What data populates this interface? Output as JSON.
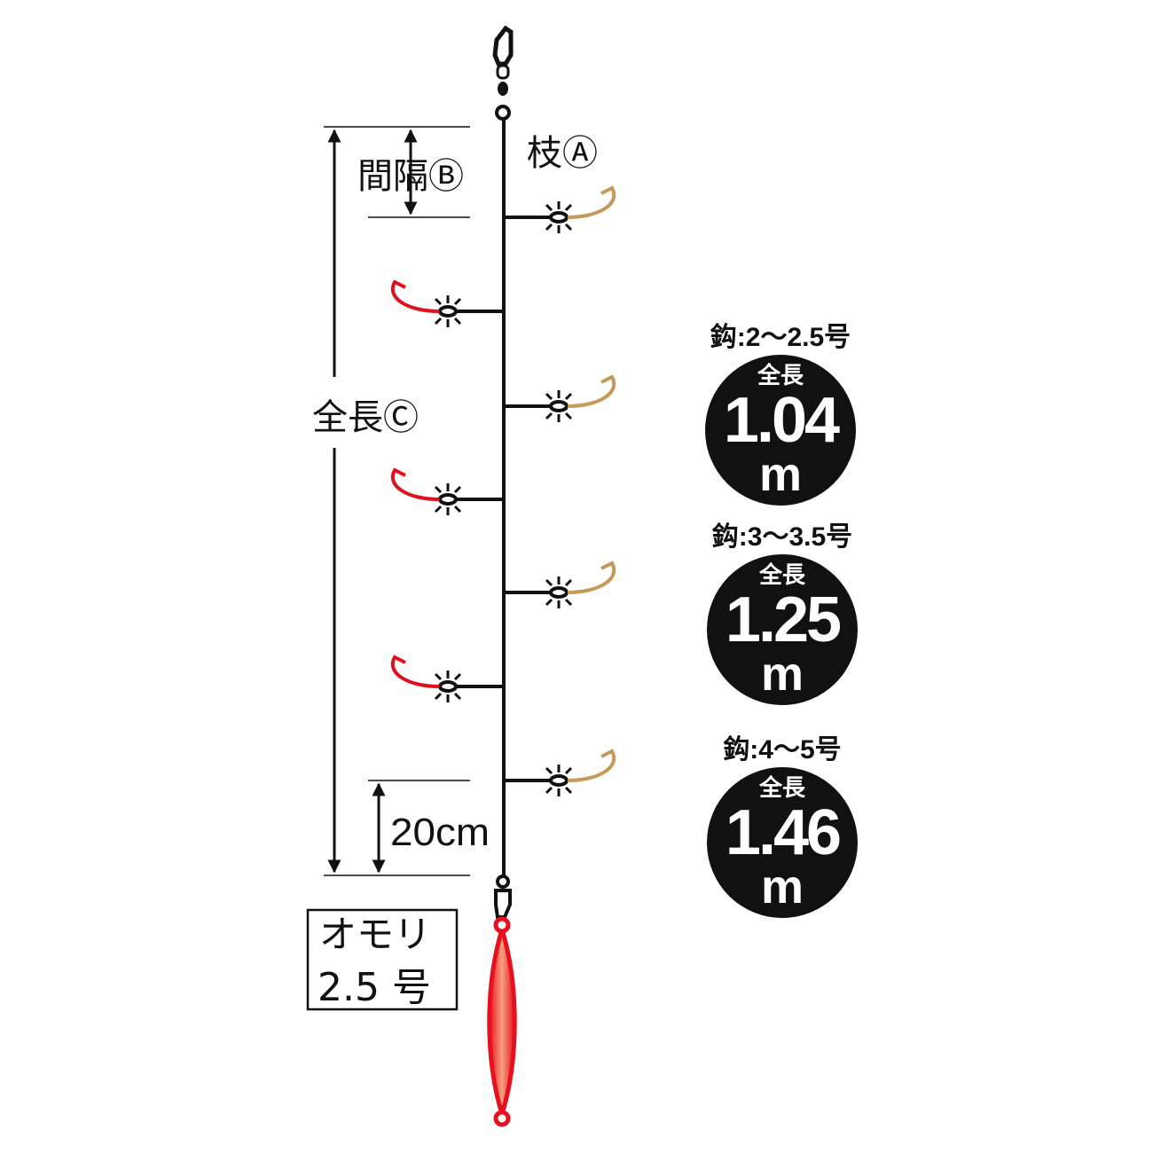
{
  "labels": {
    "branch": "枝Ⓐ",
    "interval": "間隔Ⓑ",
    "total_length": "全長Ⓒ",
    "spacing": "20cm",
    "sinker_line1": "オモリ",
    "sinker_line2": "2.5 号"
  },
  "variants": [
    {
      "hook": "鈎:2〜2.5号",
      "caption": "全長",
      "length": "1.04",
      "unit": "m"
    },
    {
      "hook": "鈎:3〜3.5号",
      "caption": "全長",
      "length": "1.25",
      "unit": "m"
    },
    {
      "hook": "鈎:4〜5号",
      "caption": "全長",
      "length": "1.46",
      "unit": "m"
    }
  ],
  "colors": {
    "line": "#111111",
    "hook_gold": "#c49a5a",
    "hook_red": "#e0101e",
    "sinker": "#e8101e"
  }
}
